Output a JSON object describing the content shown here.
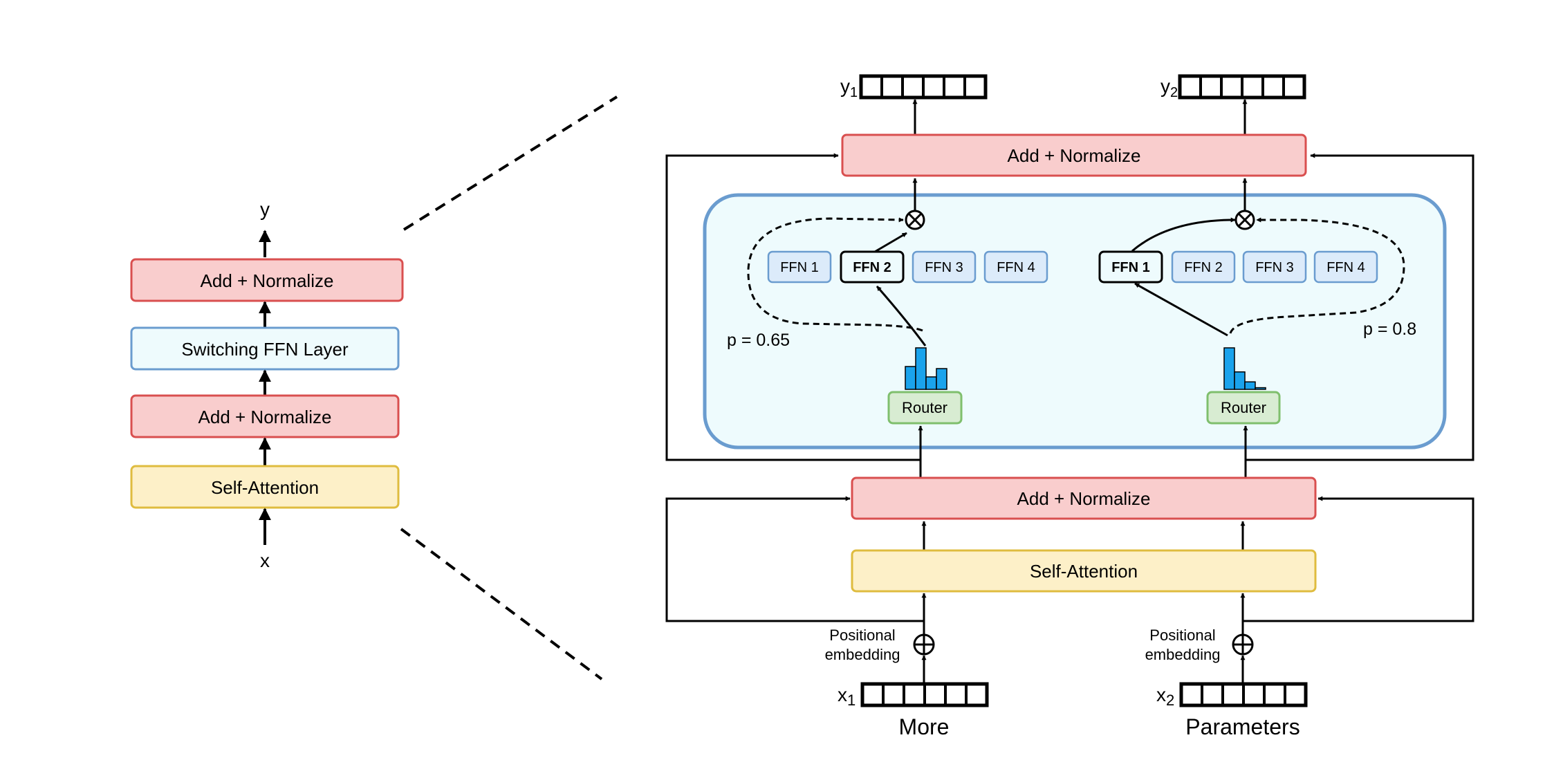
{
  "colors": {
    "red_fill": "#f9cdcd",
    "red_stroke": "#d94f4f",
    "blue_fill": "#eefbfd",
    "blue_stroke": "#6a9ccf",
    "yellow_fill": "#fdf0c8",
    "yellow_stroke": "#dfbc3f",
    "green_fill": "#d8ecd2",
    "green_stroke": "#7fbf6d",
    "ffn_fill": "#dcebfa",
    "ffn_stroke": "#6a9ccf",
    "bar_fill": "#1aa3ec",
    "switch_region_fill": "#eefbfd",
    "switch_region_stroke": "#6a9ccf"
  },
  "left": {
    "y_label": "y",
    "add_norm_top": "Add + Normalize",
    "switching_ffn": "Switching FFN Layer",
    "add_norm_bottom": "Add + Normalize",
    "self_attention": "Self-Attention",
    "x_label": "x"
  },
  "right": {
    "y1_label": "y",
    "y1_sub": "1",
    "y2_label": "y",
    "y2_sub": "2",
    "add_norm_top": "Add + Normalize",
    "add_norm_bottom": "Add + Normalize",
    "self_attention": "Self-Attention",
    "token1": {
      "ffns": [
        "FFN 1",
        "FFN 2",
        "FFN 3",
        "FFN 4"
      ],
      "selected_index": 1,
      "router": "Router",
      "prob": "p = 0.65",
      "router_distribution": [
        0.55,
        1.0,
        0.3,
        0.5
      ]
    },
    "token2": {
      "ffns": [
        "FFN 1",
        "FFN 2",
        "FFN 3",
        "FFN 4"
      ],
      "selected_index": 0,
      "router": "Router",
      "prob": "p = 0.8",
      "router_distribution": [
        1.0,
        0.42,
        0.18,
        0.04
      ]
    },
    "pos_embed_line1": "Positional",
    "pos_embed_line2": "embedding",
    "x1_label": "x",
    "x1_sub": "1",
    "x2_label": "x",
    "x2_sub": "2",
    "word1": "More",
    "word2": "Parameters"
  }
}
